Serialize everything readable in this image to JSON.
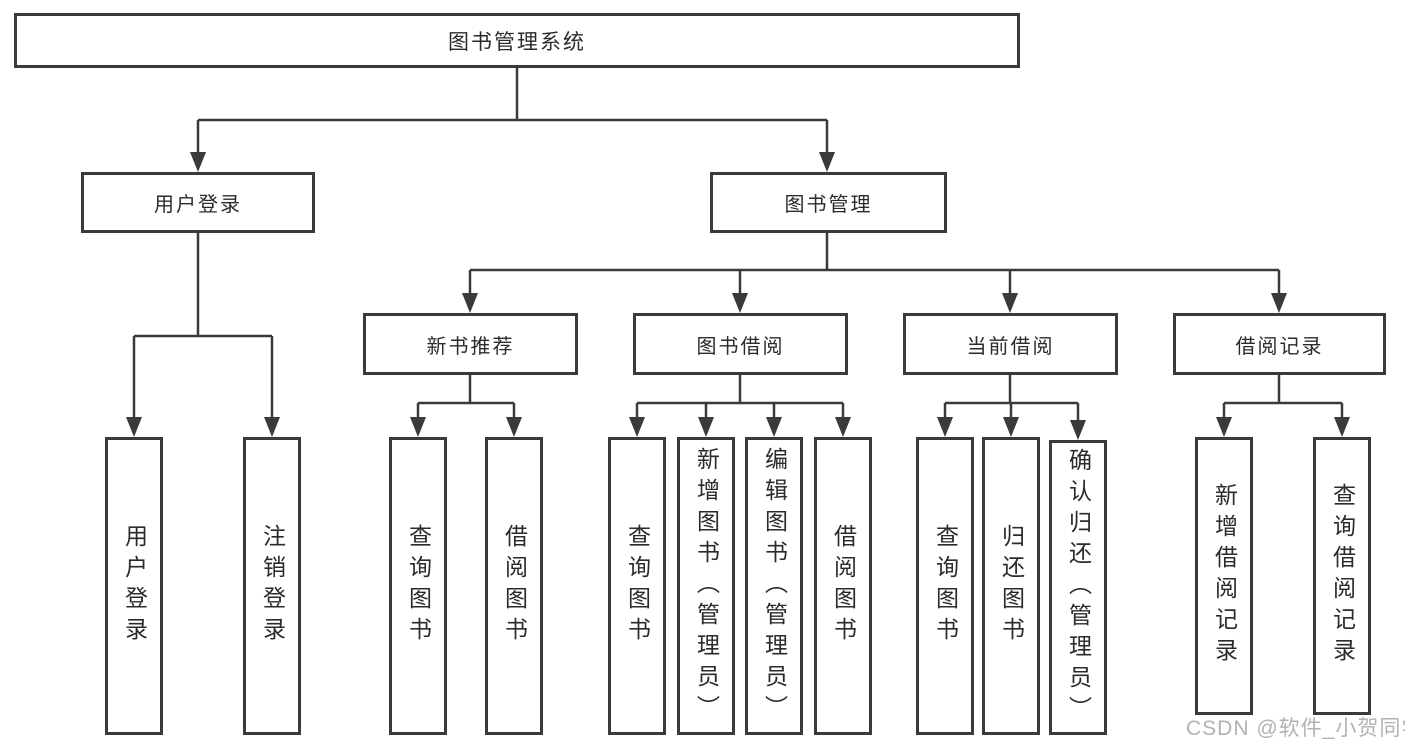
{
  "tree": {
    "root": {
      "label": "图书管理系统",
      "children": [
        {
          "label": "用户登录",
          "children": [
            {
              "label": "用户登录"
            },
            {
              "label": "注销登录"
            }
          ]
        },
        {
          "label": "图书管理",
          "children": [
            {
              "label": "新书推荐",
              "children": [
                {
                  "label": "查询图书"
                },
                {
                  "label": "借阅图书"
                }
              ]
            },
            {
              "label": "图书借阅",
              "children": [
                {
                  "label": "查询图书"
                },
                {
                  "label": "新增图书（管理员）"
                },
                {
                  "label": "编辑图书（管理员）"
                },
                {
                  "label": "借阅图书"
                }
              ]
            },
            {
              "label": "当前借阅",
              "children": [
                {
                  "label": "查询图书"
                },
                {
                  "label": "归还图书"
                },
                {
                  "label": "确认归还（管理员）"
                }
              ]
            },
            {
              "label": "借阅记录",
              "children": [
                {
                  "label": "新增借阅记录"
                },
                {
                  "label": "查询借阅记录"
                }
              ]
            }
          ]
        }
      ]
    }
  },
  "watermark": {
    "text": "CSDN @软件_小贺同学"
  },
  "colors": {
    "line": "#3a3a3a",
    "box_fill": "#ffffff",
    "text": "#2b2b2b",
    "watermark": "#a4a4a4"
  }
}
